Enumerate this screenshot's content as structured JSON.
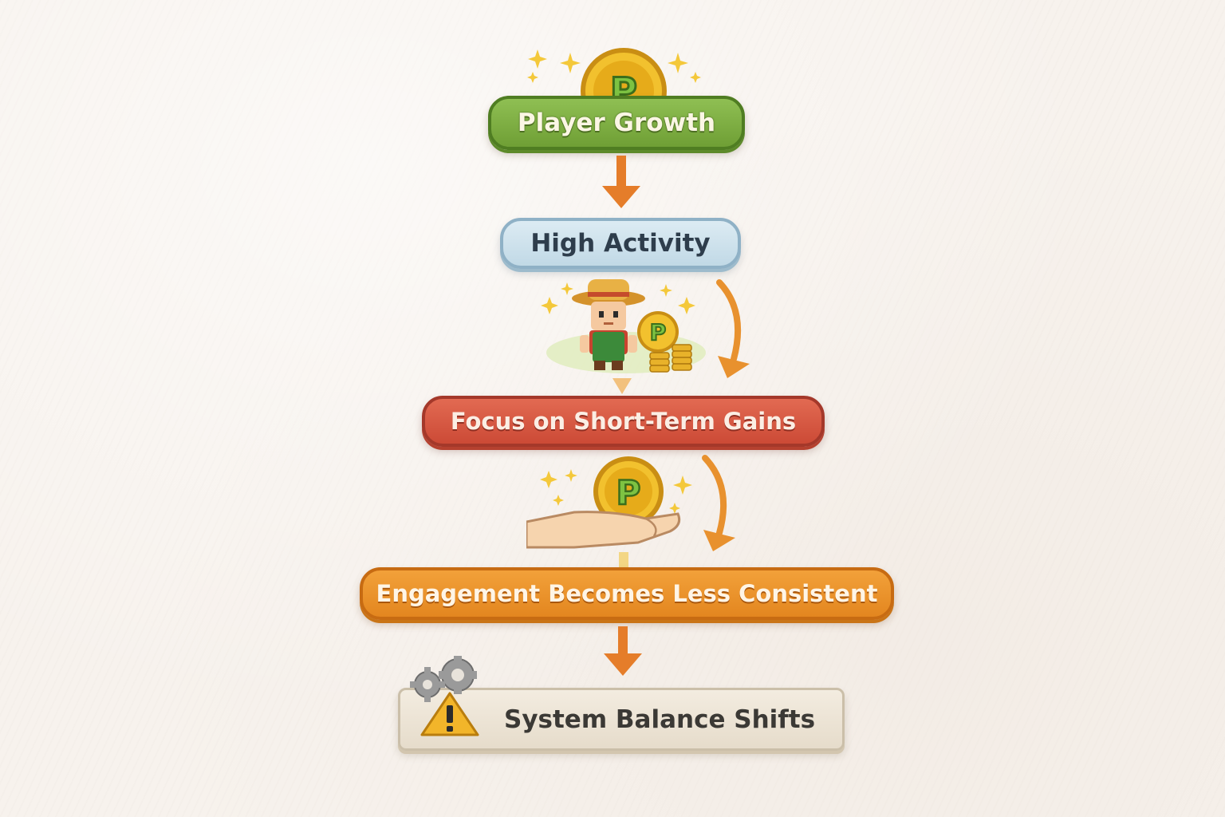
{
  "diagram": {
    "steps": [
      {
        "label": "Player Growth",
        "color": "#79a940"
      },
      {
        "label": "High Activity",
        "color": "#c9dfea"
      },
      {
        "label": "Focus on Short-Term Gains",
        "color": "#d65540"
      },
      {
        "label": "Engagement Becomes Less Consistent",
        "color": "#ea922a"
      },
      {
        "label": "System Balance Shifts",
        "color": "#ede5d7"
      }
    ],
    "arrow_color": "#e57d2a",
    "icons": {
      "top": "p-coin-icon",
      "character": "farmer-character-icon",
      "hand": "hand-holding-coin-icon",
      "warning": "warning-icon",
      "gears": "gears-icon",
      "coin_letter": "P"
    }
  }
}
